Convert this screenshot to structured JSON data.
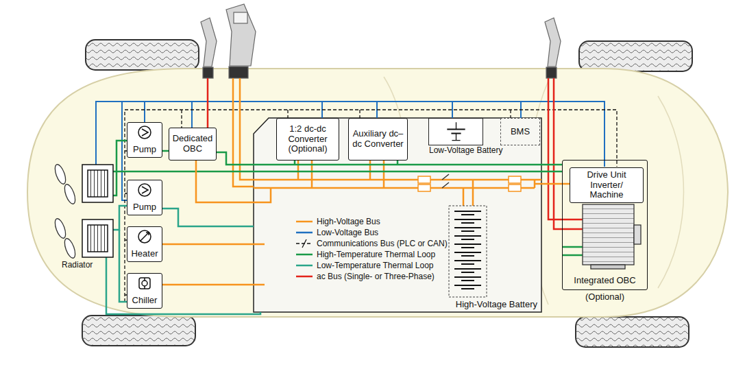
{
  "diagram": {
    "nodes": [
      {
        "text": [
          "Pump"
        ]
      },
      {
        "text": [
          "Dedicated OBC"
        ]
      },
      {
        "text": [
          "High-Voltage Battery"
        ]
      },
      {
        "text": [
          "1:2 dc-dc Converter (Optional)"
        ],
        "in": 2
      },
      {
        "text": [
          "Auxiliary dc–dc Converter"
        ],
        "in": 2
      },
      {
        "text": [
          "Low-Voltage Battery"
        ],
        "in": 2
      },
      {
        "text": [
          "BMS"
        ],
        "in": 2
      },
      {
        "text": [
          "Pump"
        ]
      },
      {
        "text": [
          "Heater"
        ]
      },
      {
        "text": [
          "Chiller"
        ]
      },
      {
        "text": [
          "Integrated OBC",
          "(Optional)"
        ]
      },
      {
        "text": [
          "Drive Unit Inverter/ Machine"
        ],
        "in": 10
      }
    ],
    "edges": [
      {
        "from": 0,
        "to": 1,
        "arrow": "none"
      },
      {
        "from": 1,
        "to": 2,
        "arrow": "none"
      },
      {
        "from": 7,
        "to": 2,
        "arrow": "none"
      },
      {
        "from": 8,
        "to": 2,
        "arrow": "none"
      },
      {
        "from": 9,
        "to": 2,
        "arrow": "none"
      },
      {
        "from": 11,
        "to": 2,
        "arrow": "none"
      }
    ],
    "labels": [
      "Radiator"
    ],
    "legend": [
      {
        "text": "High-Voltage Bus"
      },
      {
        "text": "Low-Voltage Bus"
      },
      {
        "text": "Communications Bus (PLC or CAN)"
      },
      {
        "text": "High-Temperature Thermal Loop"
      },
      {
        "text": "Low-Temperature Thermal Loop"
      },
      {
        "text": "ac Bus (Single- or Three-Phase)"
      }
    ]
  }
}
